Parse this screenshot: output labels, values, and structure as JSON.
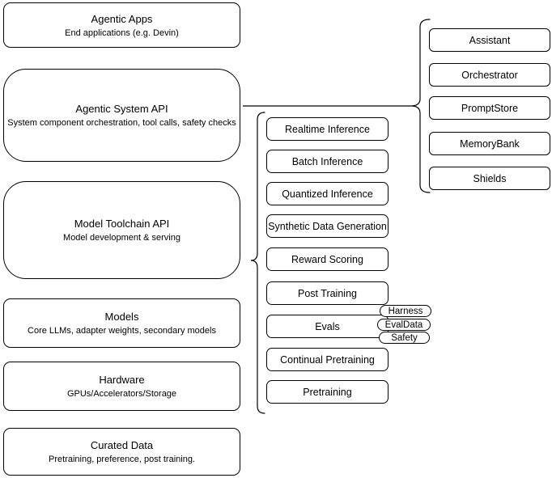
{
  "left_stack": [
    {
      "title": "Agentic Apps",
      "subtitle": "End applications (e.g. Devin)"
    },
    {
      "title": "Agentic System API",
      "subtitle": "System component orchestration, tool calls, safety checks"
    },
    {
      "title": "Model Toolchain API",
      "subtitle": "Model development & serving"
    },
    {
      "title": "Models",
      "subtitle": "Core LLMs, adapter weights, secondary models"
    },
    {
      "title": "Hardware",
      "subtitle": "GPUs/Accelerators/Storage"
    },
    {
      "title": "Curated Data",
      "subtitle": "Pretraining, preference, post training."
    }
  ],
  "toolchain_items": [
    "Realtime Inference",
    "Batch Inference",
    "Quantized Inference",
    "Synthetic Data Generation",
    "Reward Scoring",
    "Post Training",
    "Evals",
    "Continual Pretraining",
    "Pretraining"
  ],
  "eval_tags": [
    "Harness",
    "EvalData",
    "Safety"
  ],
  "system_components": [
    "Assistant",
    "Orchestrator",
    "PromptStore",
    "MemoryBank",
    "Shields"
  ],
  "colors": {
    "stroke": "#000000",
    "fill": "#ffffff",
    "background": "#ffffff"
  }
}
